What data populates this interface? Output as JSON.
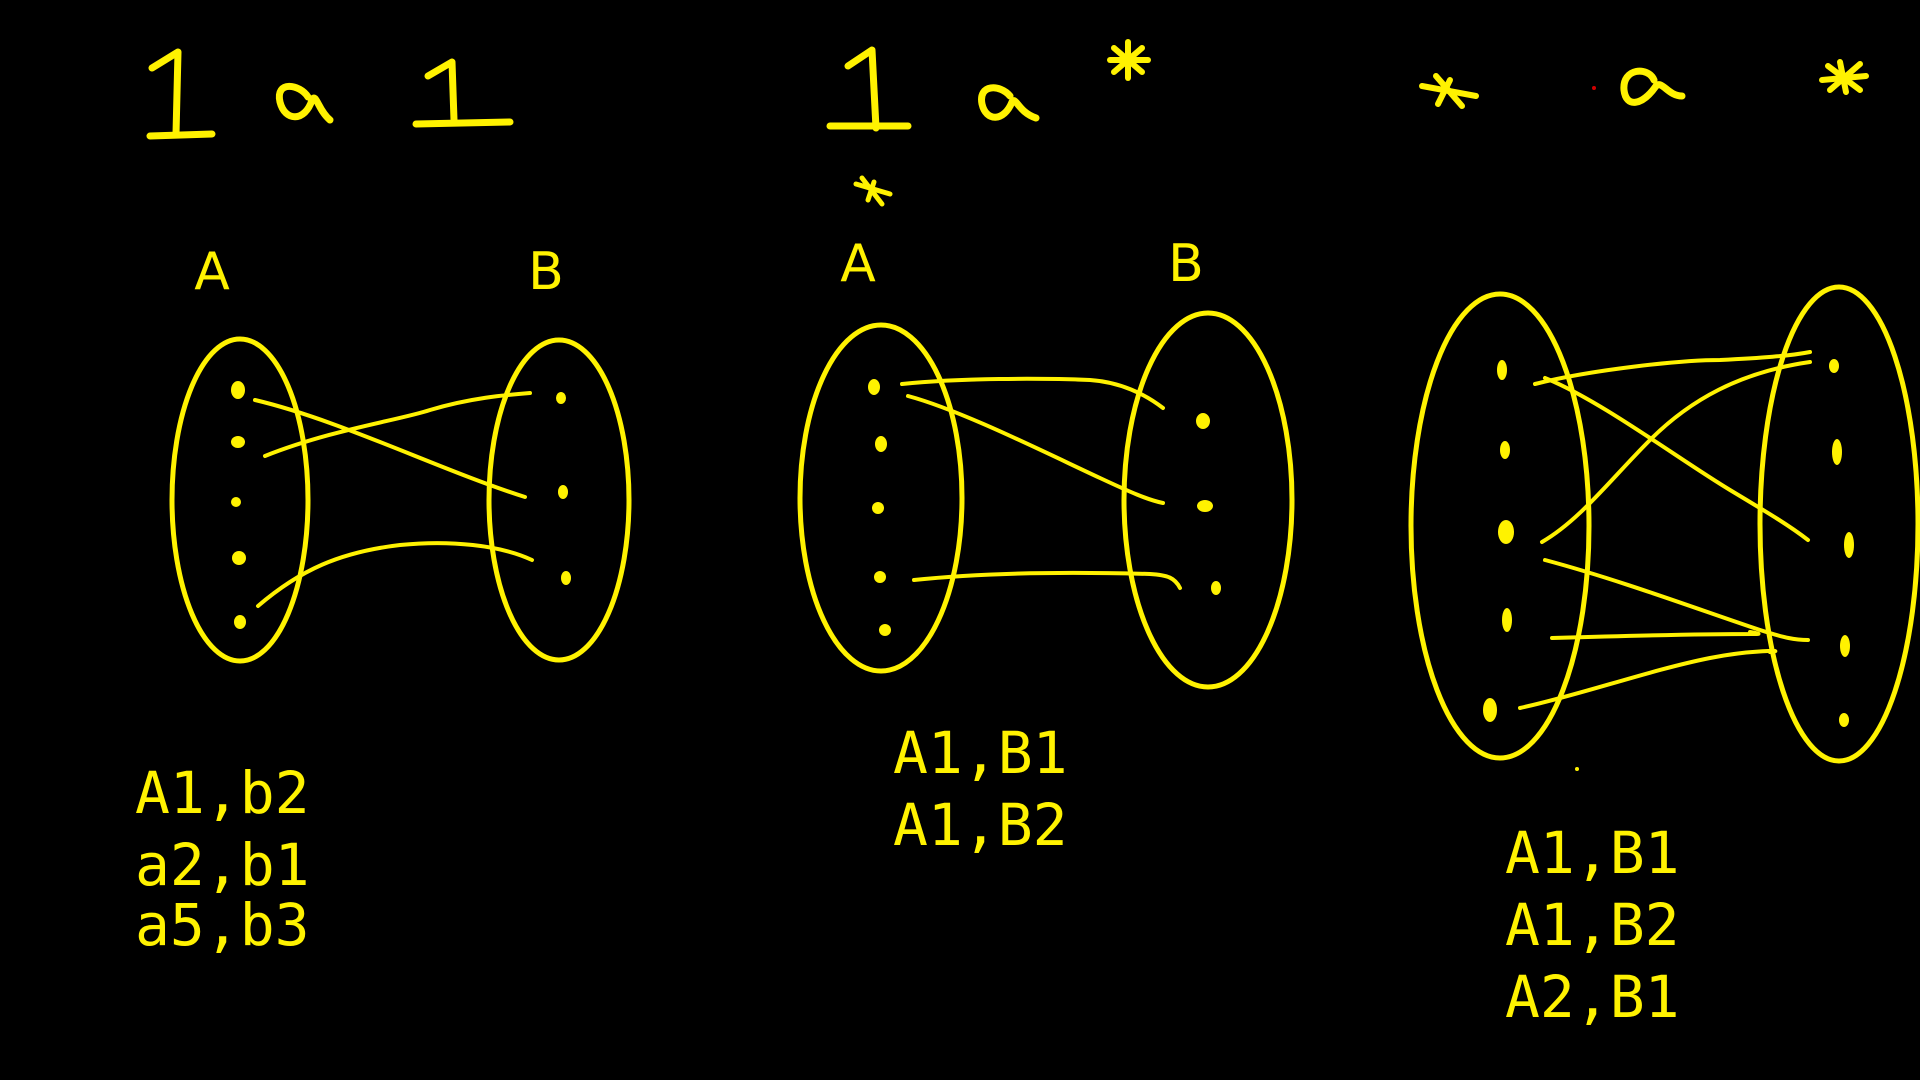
{
  "colors": {
    "background": "#000000",
    "ink": "#FFF200",
    "dot_red": "#D00000"
  },
  "panel_1": {
    "relation_glyphs": [
      "1",
      "a",
      "1"
    ],
    "set_a_label": "A",
    "set_b_label": "B",
    "pairs": [
      "A1,b2",
      "a2,b1",
      "a5,b3"
    ]
  },
  "panel_2": {
    "relation_glyphs": [
      "1",
      "a",
      "*",
      "*"
    ],
    "set_a_label": "A",
    "set_b_label": "B",
    "pairs": [
      "A1,B1",
      "A1,B2"
    ]
  },
  "panel_3": {
    "relation_glyphs": [
      "*",
      "a",
      "*"
    ],
    "pairs": [
      "A1,B1",
      "A1,B2",
      "A2,B1"
    ]
  }
}
